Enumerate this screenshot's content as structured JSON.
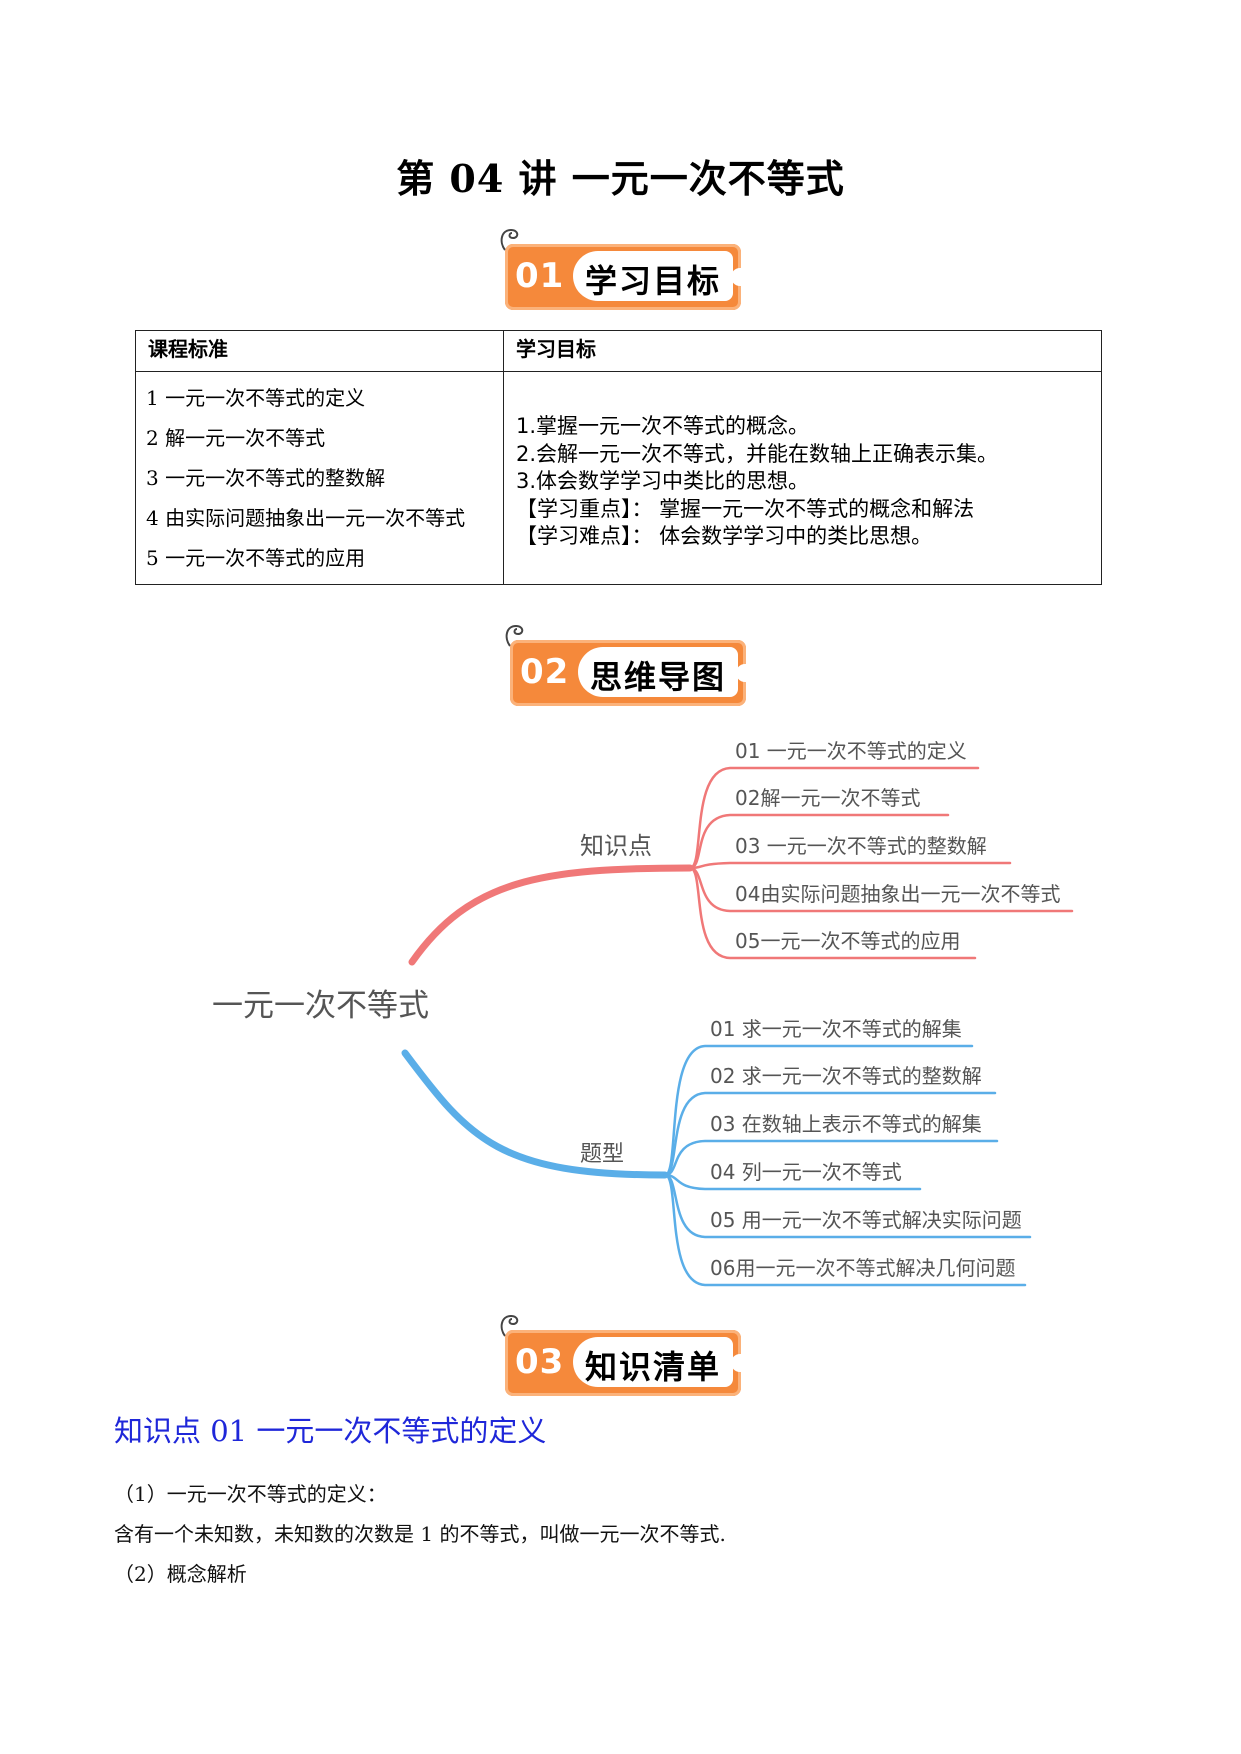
{
  "title": "第 04 讲  一元一次不等式",
  "sections": [
    {
      "num": "01",
      "label": "学习目标"
    },
    {
      "num": "02",
      "label": "思维导图"
    },
    {
      "num": "03",
      "label": "知识清单"
    }
  ],
  "goals_table": {
    "headers": [
      "课程标准",
      "学习目标"
    ],
    "standards": [
      "1 一元一次不等式的定义",
      "2 解一元一次不等式",
      "3 一元一次不等式的整数解",
      "4 由实际问题抽象出一元一次不等式",
      "5 一元一次不等式的应用"
    ],
    "objectives": [
      "1.掌握一元一次不等式的概念。",
      "2.会解一元一次不等式，并能在数轴上正确表示集。",
      "3.体会数学学习中类比的思想。",
      "【学习重点】： 掌握一元一次不等式的概念和解法",
      "【学习难点】： 体会数学学习中的类比思想。"
    ]
  },
  "mindmap": {
    "root": "一元一次不等式",
    "branches": [
      {
        "label": "知识点",
        "color": "#f07878",
        "leaves": [
          "01 一元一次不等式的定义",
          "02解一元一次不等式",
          "03 一元一次不等式的整数解",
          "04由实际问题抽象出一元一次不等式",
          "05一元一次不等式的应用"
        ]
      },
      {
        "label": "题型",
        "color": "#5aaee8",
        "leaves": [
          "01  求一元一次不等式的解集",
          "02 求一元一次不等式的整数解",
          "03 在数轴上表示不等式的解集",
          "04  列一元一次不等式",
          "05 用一元一次不等式解决实际问题",
          "06用一元一次不等式解决几何问题"
        ]
      }
    ]
  },
  "knowledge": {
    "heading": "知识点 01 一元一次不等式的定义",
    "paragraphs": [
      "（1）一元一次不等式的定义：",
      "含有一个未知数，未知数的次数是 1 的不等式，叫做一元一次不等式.",
      "（2）概念解析"
    ]
  },
  "colors": {
    "badge": "#f5893b",
    "heading": "#1f27d9"
  }
}
